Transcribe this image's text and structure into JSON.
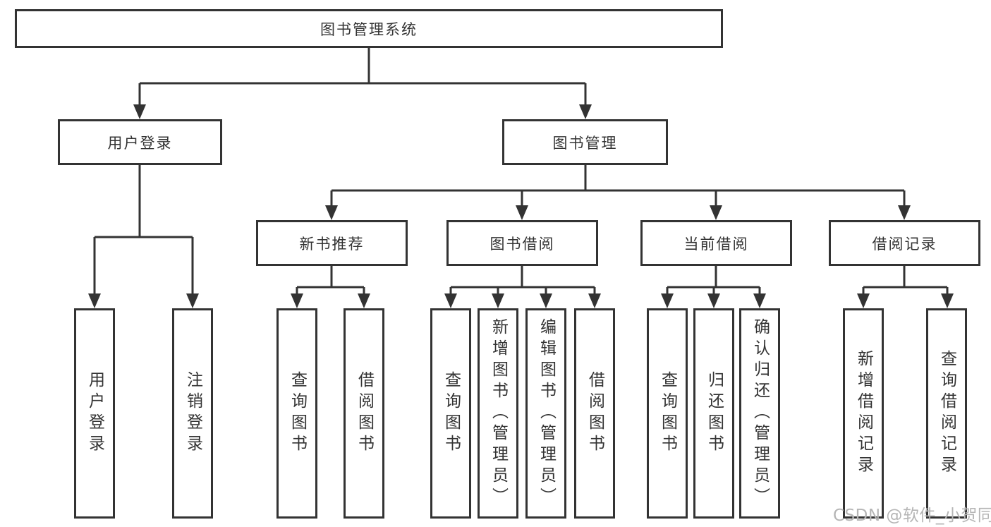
{
  "diagram": {
    "root": {
      "label": "图书管理系统"
    },
    "branches": [
      {
        "label": "用户登录",
        "children": [
          {
            "label": "用户登录"
          },
          {
            "label": "注销登录"
          }
        ]
      },
      {
        "label": "图书管理",
        "children": [
          {
            "label": "新书推荐",
            "children": [
              {
                "label": "查询图书"
              },
              {
                "label": "借阅图书"
              }
            ]
          },
          {
            "label": "图书借阅",
            "children": [
              {
                "label": "查询图书"
              },
              {
                "label": "新增图书（管理员）"
              },
              {
                "label": "编辑图书（管理员）"
              },
              {
                "label": "借阅图书"
              }
            ]
          },
          {
            "label": "当前借阅",
            "children": [
              {
                "label": "查询图书"
              },
              {
                "label": "归还图书"
              },
              {
                "label": "确认归还（管理员）"
              }
            ]
          },
          {
            "label": "借阅记录",
            "children": [
              {
                "label": "新增借阅记录"
              },
              {
                "label": "查询借阅记录"
              }
            ]
          }
        ]
      }
    ]
  },
  "watermark": "CSDN @软件_小贺同学",
  "colors": {
    "line": "#333333",
    "text": "#333333",
    "watermark": "#b5b5b5",
    "background": "#ffffff"
  }
}
